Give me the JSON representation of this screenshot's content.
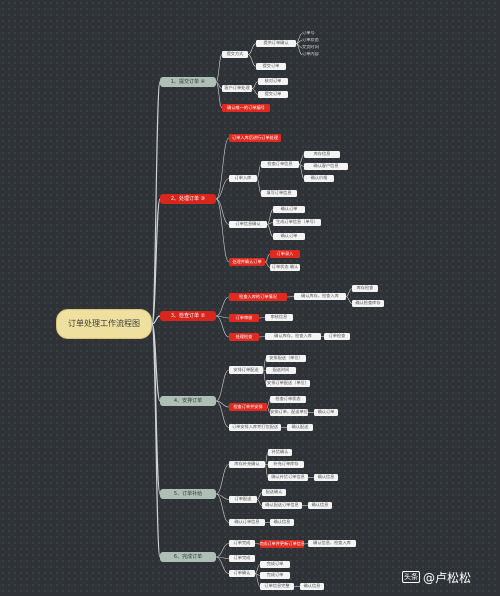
{
  "root": {
    "label": "订单处理工作流程图"
  },
  "branches": [
    {
      "label": "1、提交订单 ④",
      "tone": "grey"
    },
    {
      "label": "2、处理订单 ③",
      "tone": "red"
    },
    {
      "label": "3、检查订单 ②",
      "tone": "red"
    },
    {
      "label": "4、安排订单",
      "tone": "grey"
    },
    {
      "label": "5、订单补给",
      "tone": "grey"
    },
    {
      "label": "6、完成订单",
      "tone": "grey"
    }
  ],
  "leaves": [
    {
      "id": "l1a",
      "label": "提交方式",
      "tone": "plain"
    },
    {
      "id": "l1a1",
      "label": "提供订单确认",
      "tone": "plain"
    },
    {
      "id": "l1a1a",
      "label": "订单号",
      "tone": "text"
    },
    {
      "id": "l1a1b",
      "label": "订单状态",
      "tone": "text"
    },
    {
      "id": "l1a1c",
      "label": "交货时间",
      "tone": "text"
    },
    {
      "id": "l1a1d",
      "label": "订单内容",
      "tone": "text"
    },
    {
      "id": "l1a2",
      "label": "提交订单",
      "tone": "plain"
    },
    {
      "id": "l1b",
      "label": "客户订单处理",
      "tone": "plain"
    },
    {
      "id": "l1b1",
      "label": "核对订单",
      "tone": "plain"
    },
    {
      "id": "l1b2",
      "label": "提交订单",
      "tone": "plain"
    },
    {
      "id": "l1c",
      "label": "确认唯一的订单编号",
      "tone": "red"
    },
    {
      "id": "l2a",
      "label": "订单入库后进行订单处理",
      "tone": "red"
    },
    {
      "id": "l2b",
      "label": "订单入库",
      "tone": "plain"
    },
    {
      "id": "l2b1",
      "label": "检查订单信息",
      "tone": "plain"
    },
    {
      "id": "l2b1a",
      "label": "库存信息",
      "tone": "plain"
    },
    {
      "id": "l2b1b",
      "label": "确认客户信息",
      "tone": "plain"
    },
    {
      "id": "l2b1c",
      "label": "确认价格",
      "tone": "plain"
    },
    {
      "id": "l2b2",
      "label": "填写订单信息",
      "tone": "plain"
    },
    {
      "id": "l2c",
      "label": "订单信息确认",
      "tone": "plain"
    },
    {
      "id": "l2c1",
      "label": "确认订单",
      "tone": "plain"
    },
    {
      "id": "l2c2",
      "label": "生成订单信息（单号）",
      "tone": "plain"
    },
    {
      "id": "l2c3",
      "label": "确认订单",
      "tone": "plain"
    },
    {
      "id": "l2d",
      "label": "处理并确认订单",
      "tone": "red"
    },
    {
      "id": "l2d1",
      "label": "订单录入",
      "tone": "red"
    },
    {
      "id": "l2d2",
      "label": "订单状态 确认",
      "tone": "plain"
    },
    {
      "id": "l3a",
      "label": "检查入库的订单情况",
      "tone": "red"
    },
    {
      "id": "l3a1",
      "label": "确认库存，检查入库",
      "tone": "plain"
    },
    {
      "id": "l3a1a",
      "label": "库存检查",
      "tone": "plain"
    },
    {
      "id": "l3a1b",
      "label": "确认检查库存",
      "tone": "plain"
    },
    {
      "id": "l3b",
      "label": "订单审核",
      "tone": "red"
    },
    {
      "id": "l3b1",
      "label": "审核信息",
      "tone": "plain"
    },
    {
      "id": "l3c",
      "label": "处理检查",
      "tone": "red"
    },
    {
      "id": "l3c1",
      "label": "确认库存，检查入库",
      "tone": "plain"
    },
    {
      "id": "l3c2",
      "label": "订单检查",
      "tone": "plain"
    },
    {
      "id": "l4a",
      "label": "安排订单配送",
      "tone": "plain"
    },
    {
      "id": "l4a1",
      "label": "安排配送（单位）",
      "tone": "plain"
    },
    {
      "id": "l4a2",
      "label": "配送时间",
      "tone": "plain"
    },
    {
      "id": "l4a3",
      "label": "安排订单配送（单位）",
      "tone": "plain"
    },
    {
      "id": "l4b",
      "label": "检查订单并安排",
      "tone": "red"
    },
    {
      "id": "l4b1",
      "label": "检查订单状态",
      "tone": "plain"
    },
    {
      "id": "l4b2",
      "label": "安排订单，配送单位",
      "tone": "plain"
    },
    {
      "id": "l4b2a",
      "label": "确认订单",
      "tone": "plain"
    },
    {
      "id": "l4c",
      "label": "订单安排入库并打包配送",
      "tone": "plain"
    },
    {
      "id": "l4c1",
      "label": "确认配送",
      "tone": "plain"
    },
    {
      "id": "l5a",
      "label": "库存补充确认",
      "tone": "plain"
    },
    {
      "id": "l5a1",
      "label": "补货确认",
      "tone": "plain"
    },
    {
      "id": "l5a2",
      "label": "补充订单库存",
      "tone": "plain"
    },
    {
      "id": "l5a3",
      "label": "确认补货订单信息",
      "tone": "plain"
    },
    {
      "id": "l5a3a",
      "label": "确认信息",
      "tone": "plain"
    },
    {
      "id": "l5b",
      "label": "订单配送",
      "tone": "plain"
    },
    {
      "id": "l5b1",
      "label": "配送确认",
      "tone": "plain"
    },
    {
      "id": "l5b2",
      "label": "确认配送订单信息",
      "tone": "plain"
    },
    {
      "id": "l5b2a",
      "label": "确认信息",
      "tone": "plain"
    },
    {
      "id": "l5c",
      "label": "确认订单信息",
      "tone": "plain"
    },
    {
      "id": "l5c1",
      "label": "确认信息",
      "tone": "plain"
    },
    {
      "id": "l6a",
      "label": "订单完成",
      "tone": "plain"
    },
    {
      "id": "l6a1",
      "label": "完成订单并更新订单信息",
      "tone": "red"
    },
    {
      "id": "l6a1a",
      "label": "确认信息，检查入库",
      "tone": "plain"
    },
    {
      "id": "l6b",
      "label": "订单完成",
      "tone": "plain"
    },
    {
      "id": "l6c",
      "label": "订单确认",
      "tone": "plain"
    },
    {
      "id": "l6c1",
      "label": "完成订单",
      "tone": "plain"
    },
    {
      "id": "l6c2",
      "label": "完成订单",
      "tone": "plain"
    },
    {
      "id": "l6c3",
      "label": "订单信息完整",
      "tone": "plain"
    },
    {
      "id": "l6c3a",
      "label": "确认信息",
      "tone": "plain"
    }
  ],
  "watermark": {
    "icon": "头条",
    "handle": "@卢松松"
  },
  "colors": {
    "root": "#efe0a0",
    "grey_branch": "#aebfb6",
    "red": "#d9261c",
    "connector": "#cfd3d6"
  }
}
